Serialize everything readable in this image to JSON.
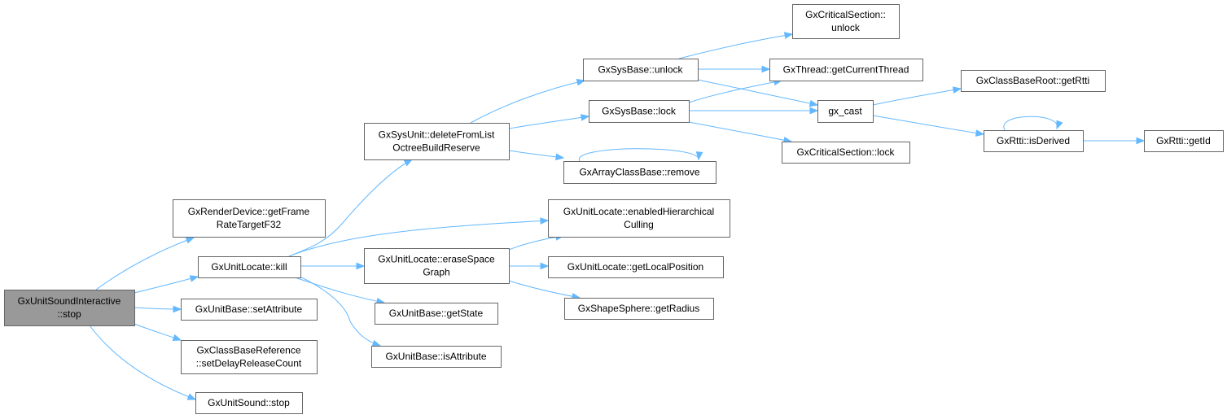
{
  "diagram": {
    "colors": {
      "edge": "#63b8ff",
      "node_border": "#666666",
      "root_fill": "#999999",
      "node_fill": "#ffffff"
    },
    "nodes": [
      {
        "id": "root",
        "lines": [
          "GxUnitSoundInteractive",
          "::stop"
        ],
        "root": true
      },
      {
        "id": "getFrameRate",
        "lines": [
          "GxRenderDevice::getFrame",
          "RateTargetF32"
        ]
      },
      {
        "id": "kill",
        "lines": [
          "GxUnitLocate::kill"
        ]
      },
      {
        "id": "setAttribute",
        "lines": [
          "GxUnitBase::setAttribute"
        ]
      },
      {
        "id": "setDelayRelease",
        "lines": [
          "GxClassBaseReference",
          "::setDelayReleaseCount"
        ]
      },
      {
        "id": "soundStop",
        "lines": [
          "GxUnitSound::stop"
        ]
      },
      {
        "id": "deleteFromList",
        "lines": [
          "GxSysUnit::deleteFromList",
          "OctreeBuildReserve"
        ]
      },
      {
        "id": "enabledHier",
        "lines": [
          "GxUnitLocate::enabledHierarchical",
          "Culling"
        ]
      },
      {
        "id": "eraseSpace",
        "lines": [
          "GxUnitLocate::eraseSpace",
          "Graph"
        ]
      },
      {
        "id": "getState",
        "lines": [
          "GxUnitBase::getState"
        ]
      },
      {
        "id": "isAttribute",
        "lines": [
          "GxUnitBase::isAttribute"
        ]
      },
      {
        "id": "sysUnlock",
        "lines": [
          "GxSysBase::unlock"
        ]
      },
      {
        "id": "sysLock",
        "lines": [
          "GxSysBase::lock"
        ]
      },
      {
        "id": "arrayRemove",
        "lines": [
          "GxArrayClassBase::remove"
        ]
      },
      {
        "id": "getLocalPos",
        "lines": [
          "GxUnitLocate::getLocalPosition"
        ]
      },
      {
        "id": "getRadius",
        "lines": [
          "GxShapeSphere::getRadius"
        ]
      },
      {
        "id": "csUnlock",
        "lines": [
          "GxCriticalSection::",
          "unlock"
        ]
      },
      {
        "id": "getCurThread",
        "lines": [
          "GxThread::getCurrentThread"
        ]
      },
      {
        "id": "gxCast",
        "lines": [
          "gx_cast"
        ]
      },
      {
        "id": "csLock",
        "lines": [
          "GxCriticalSection::lock"
        ]
      },
      {
        "id": "getRtti",
        "lines": [
          "GxClassBaseRoot::getRtti"
        ]
      },
      {
        "id": "isDerived",
        "lines": [
          "GxRtti::isDerived"
        ]
      },
      {
        "id": "getId",
        "lines": [
          "GxRtti::getId"
        ]
      }
    ],
    "edges": [
      {
        "from": "root",
        "to": "getFrameRate"
      },
      {
        "from": "root",
        "to": "kill"
      },
      {
        "from": "root",
        "to": "setAttribute"
      },
      {
        "from": "root",
        "to": "setDelayRelease"
      },
      {
        "from": "root",
        "to": "soundStop"
      },
      {
        "from": "kill",
        "to": "deleteFromList"
      },
      {
        "from": "kill",
        "to": "enabledHier"
      },
      {
        "from": "kill",
        "to": "eraseSpace"
      },
      {
        "from": "kill",
        "to": "getState"
      },
      {
        "from": "kill",
        "to": "isAttribute"
      },
      {
        "from": "deleteFromList",
        "to": "sysUnlock"
      },
      {
        "from": "deleteFromList",
        "to": "sysLock"
      },
      {
        "from": "deleteFromList",
        "to": "arrayRemove"
      },
      {
        "from": "arrayRemove",
        "to": "arrayRemove"
      },
      {
        "from": "eraseSpace",
        "to": "enabledHier"
      },
      {
        "from": "eraseSpace",
        "to": "getLocalPos"
      },
      {
        "from": "eraseSpace",
        "to": "getRadius"
      },
      {
        "from": "sysUnlock",
        "to": "csUnlock"
      },
      {
        "from": "sysUnlock",
        "to": "getCurThread"
      },
      {
        "from": "sysUnlock",
        "to": "gxCast"
      },
      {
        "from": "sysLock",
        "to": "getCurThread"
      },
      {
        "from": "sysLock",
        "to": "gxCast"
      },
      {
        "from": "sysLock",
        "to": "csLock"
      },
      {
        "from": "gxCast",
        "to": "getRtti"
      },
      {
        "from": "gxCast",
        "to": "isDerived"
      },
      {
        "from": "isDerived",
        "to": "isDerived"
      },
      {
        "from": "isDerived",
        "to": "getId"
      }
    ]
  }
}
